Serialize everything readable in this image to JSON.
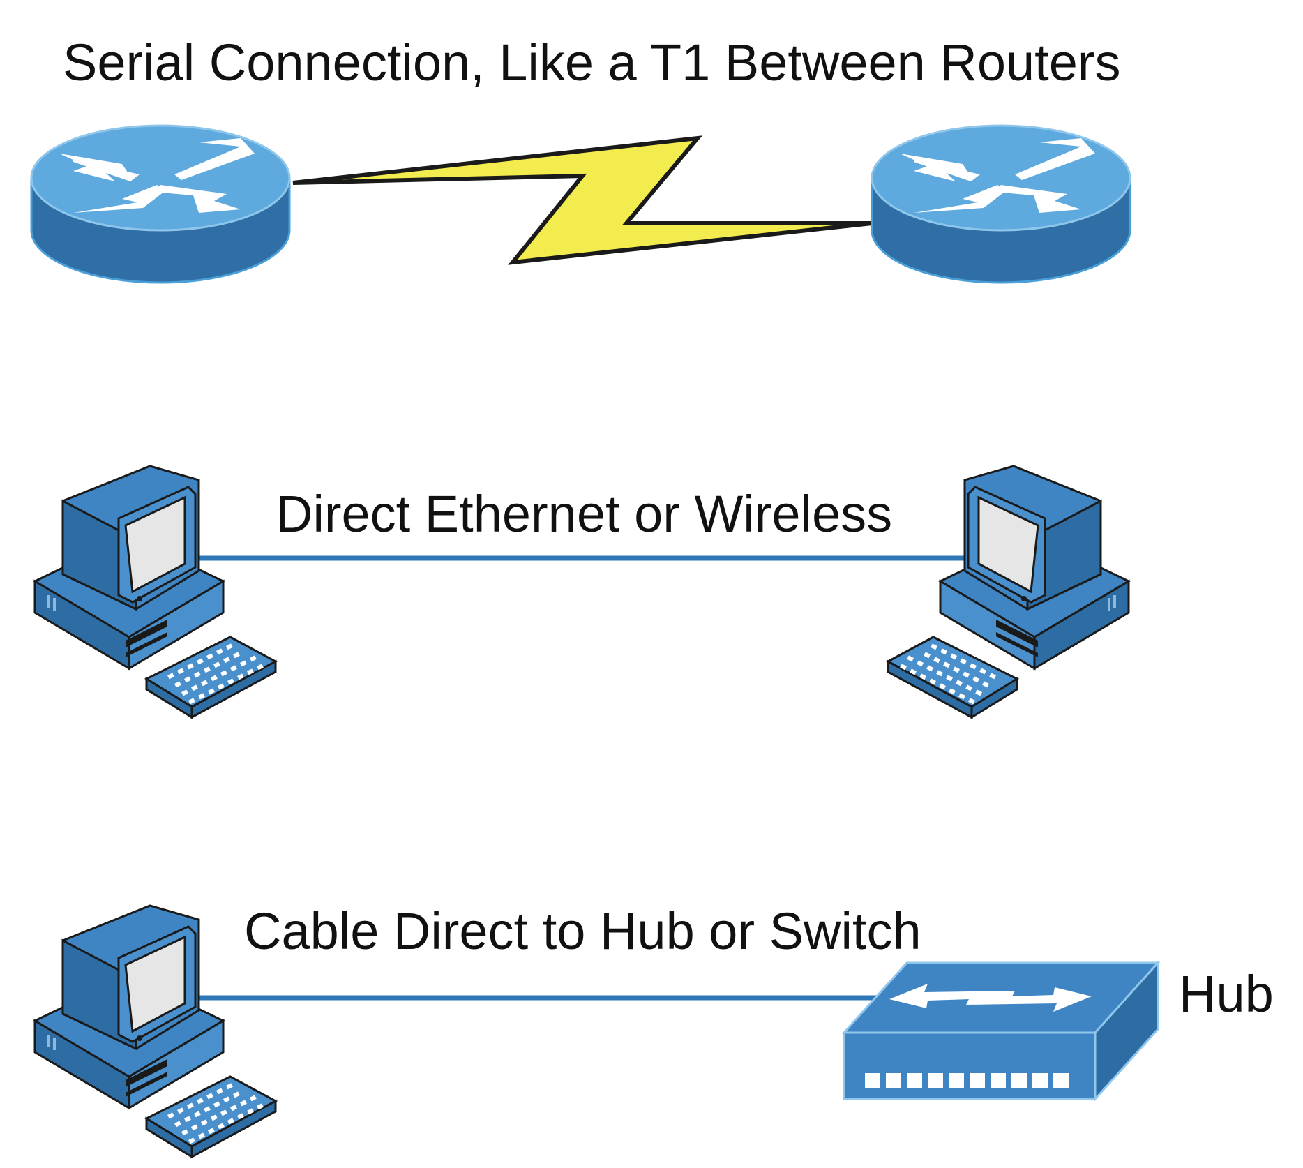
{
  "labels": {
    "serial": "Serial Connection, Like a T1 Between Routers",
    "ethernet": "Direct Ethernet or Wireless",
    "cable": "Cable Direct to Hub or Switch",
    "hub": "Hub"
  },
  "colors": {
    "device_top": "#5ea9dd",
    "device_side": "#2e6da4",
    "device_mid": "#3f85c4",
    "link_line": "#2f78b7",
    "serial_bolt": "#f2ec4e",
    "outline": "#1a1a1a",
    "screen": "#e6e6e6"
  },
  "icons": {
    "router": "router-icon",
    "computer": "workstation-icon",
    "hub": "hub-icon",
    "serial_link": "lightning-bolt-icon"
  }
}
